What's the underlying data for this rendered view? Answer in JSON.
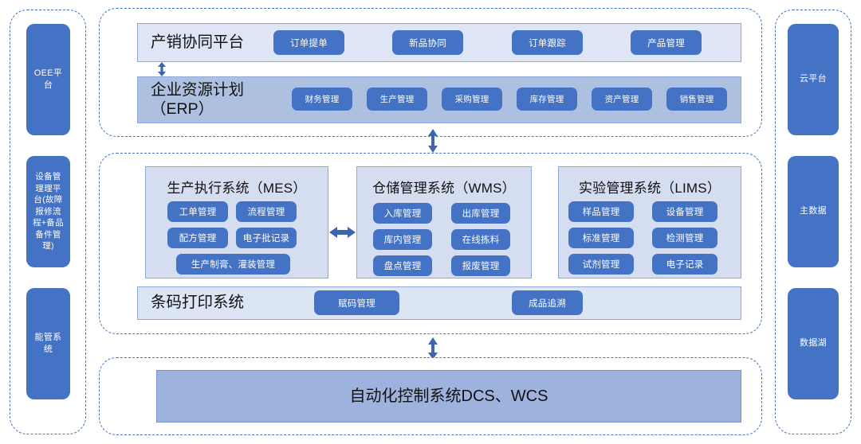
{
  "diagram": {
    "title": "企业信息化系统架构图",
    "colors": {
      "accent_blue": "#4472C4",
      "band_light": "#DEE6F5",
      "band_erp": "#AEC0DF",
      "panel_bg": "#D5DEF0",
      "band_dcs": "#9DB2DC",
      "dashed_border": "#4472C4"
    }
  },
  "left_rail": {
    "items": [
      {
        "label": "OEE平台"
      },
      {
        "label": "设备管理理平台(故障报修流程+备品备件管理)"
      },
      {
        "label": "能管系统"
      }
    ]
  },
  "right_rail": {
    "items": [
      {
        "label": "云平台"
      },
      {
        "label": "主数据"
      },
      {
        "label": "数据湖"
      }
    ]
  },
  "top_group": {
    "sales_platform": {
      "title": "产销协同平台",
      "chips": [
        "订单提单",
        "新品协同",
        "订单跟踪",
        "产品管理"
      ]
    },
    "erp": {
      "title": "企业资源计划\n（ERP）",
      "chips": [
        "财务管理",
        "生产管理",
        "采购管理",
        "库存管理",
        "资产管理",
        "销售管理"
      ]
    }
  },
  "mid_group": {
    "mes": {
      "title": "生产执行系统（MES）",
      "chips": [
        "工单管理",
        "流程管理",
        "配方管理",
        "电子批记录",
        "生产制膏、灌装管理"
      ]
    },
    "wms": {
      "title": "仓储管理系统（WMS）",
      "chips": [
        "入库管理",
        "出库管理",
        "库内管理",
        "在线拣料",
        "盘点管理",
        "报废管理"
      ]
    },
    "lims": {
      "title": "实验管理系统（LIMS）",
      "chips": [
        "样品管理",
        "设备管理",
        "标准管理",
        "检测管理",
        "试剂管理",
        "电子记录"
      ]
    },
    "barcode": {
      "title": "条码打印系统",
      "chips": [
        "赋码管理",
        "成品追溯"
      ]
    }
  },
  "bottom_group": {
    "dcs": {
      "title": "自动化控制系统DCS、WCS"
    }
  },
  "arrows": [
    {
      "name": "arrow-sales-to-erp",
      "direction": "vertical-double"
    },
    {
      "name": "arrow-erp-to-mes",
      "direction": "vertical-double"
    },
    {
      "name": "arrow-mes-to-wms",
      "direction": "horizontal-double"
    },
    {
      "name": "arrow-wms-to-lims",
      "direction": "horizontal-double"
    },
    {
      "name": "arrow-mid-to-dcs",
      "direction": "vertical-double"
    }
  ]
}
